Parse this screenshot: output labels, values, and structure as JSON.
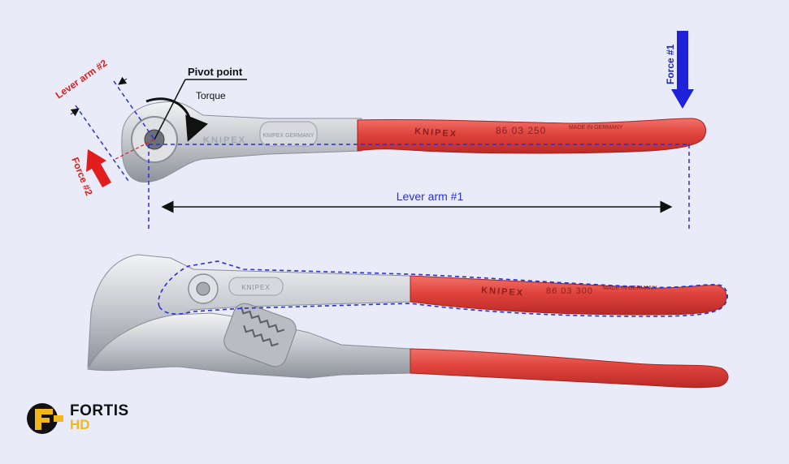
{
  "labels": {
    "pivot_point": "Pivot point",
    "torque": "Torque",
    "lever_arm_1": "Lever arm #1",
    "lever_arm_2": "Lever arm #2",
    "force_1": "Force #1",
    "force_2": "Force #2"
  },
  "tool_marks": {
    "top_brand": "KNIPEX",
    "top_model": "86 03 250",
    "top_origin": "MADE IN GERMANY",
    "top_stamp": "KNIPEX GERMANY",
    "bottom_brand": "KNIPEX",
    "bottom_model": "86 03 300",
    "bottom_origin": "MADE IN GERMANY",
    "bottom_stamp": "KNIPEX"
  },
  "logo": {
    "line1": "FORTIS",
    "line2": "HD"
  },
  "colors": {
    "background": "#e9ecf8",
    "handle_red": "#e0433d",
    "metal": "#c9ccd2",
    "dashed_guide": "#2a2fd6",
    "force_1_arrow": "#1f22d8",
    "force_2_arrow": "#e11d1d",
    "label_red": "#e11d1d",
    "logo_yellow": "#f2b71a"
  }
}
